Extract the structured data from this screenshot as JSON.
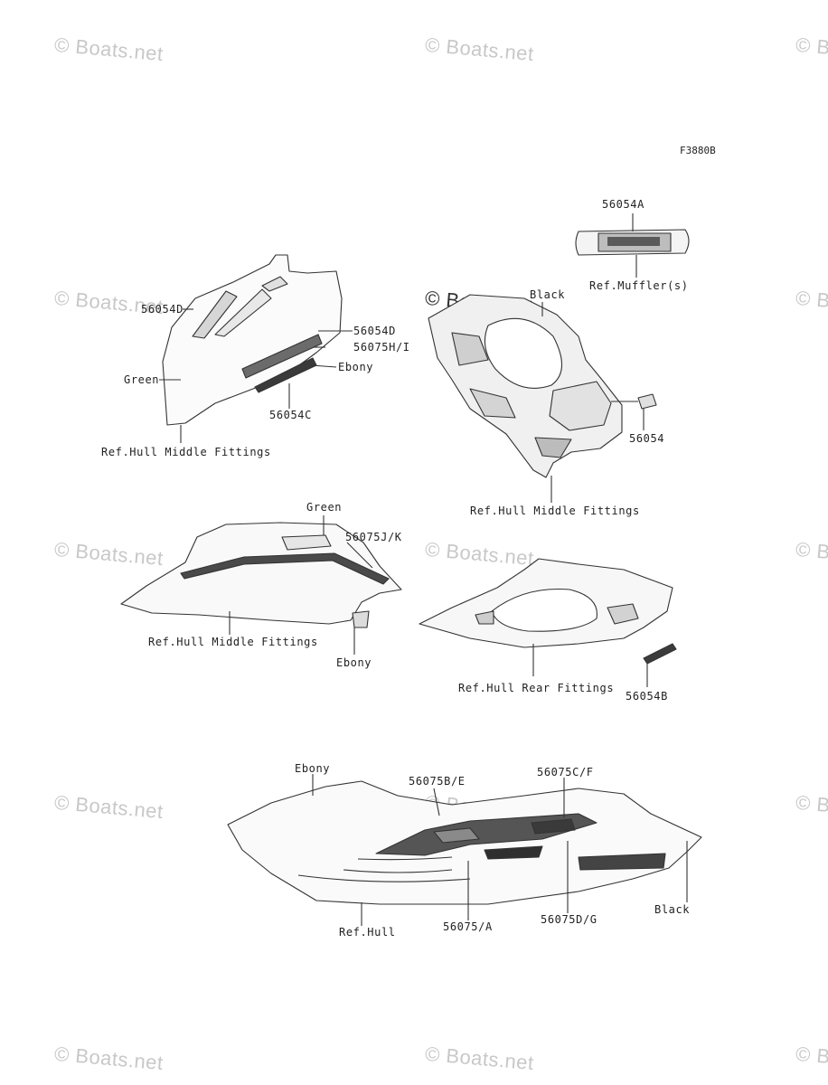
{
  "figure_code": "F3880B",
  "watermark": "© Boats.net",
  "labels": {
    "p56054A": "56054A",
    "ref_mufflers": "Ref.Muffler(s)",
    "p56054D_left": "56054D",
    "p56054D_right": "56054D",
    "p56075HI": "56075H/I",
    "ebony_1": "Ebony",
    "green_1": "Green",
    "p56054C": "56054C",
    "ref_hull_middle_1": "Ref.Hull Middle Fittings",
    "black_1": "Black",
    "p56054": "56054",
    "ref_hull_middle_2": "Ref.Hull Middle Fittings",
    "green_2": "Green",
    "p56075JK": "56075J/K",
    "ref_hull_middle_3": "Ref.Hull Middle Fittings",
    "ebony_2": "Ebony",
    "ref_hull_rear": "Ref.Hull Rear Fittings",
    "p56054B": "56054B",
    "ebony_3": "Ebony",
    "p56075BE": "56075B/E",
    "p56075CF": "56075C/F",
    "black_2": "Black",
    "ref_hull": "Ref.Hull",
    "p56075A": "56075/A",
    "p56075DG": "56075D/G"
  }
}
